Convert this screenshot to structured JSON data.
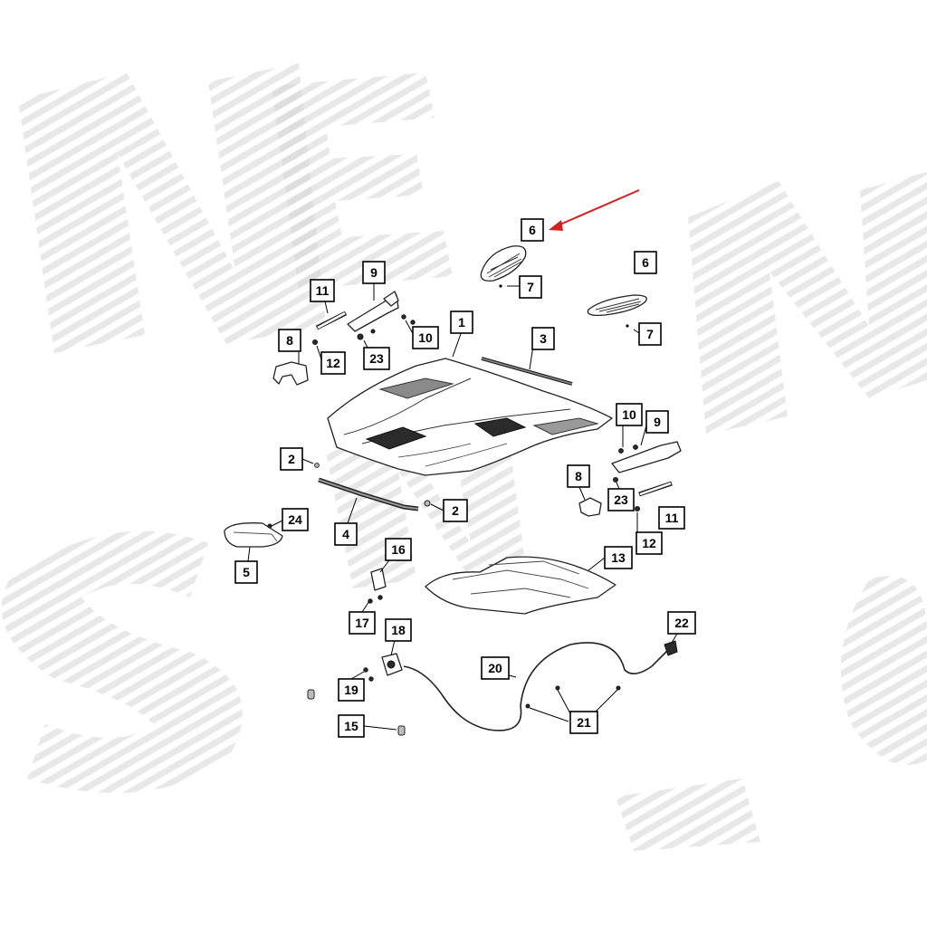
{
  "diagram": {
    "callouts": [
      {
        "id": "c6a",
        "label": "6"
      },
      {
        "id": "c7a",
        "label": "7"
      },
      {
        "id": "c6b",
        "label": "6"
      },
      {
        "id": "c7b",
        "label": "7"
      },
      {
        "id": "c9a",
        "label": "9"
      },
      {
        "id": "c11a",
        "label": "11"
      },
      {
        "id": "c10a",
        "label": "10"
      },
      {
        "id": "c8a",
        "label": "8"
      },
      {
        "id": "c12a",
        "label": "12"
      },
      {
        "id": "c23a",
        "label": "23"
      },
      {
        "id": "c1",
        "label": "1"
      },
      {
        "id": "c3",
        "label": "3"
      },
      {
        "id": "c10b",
        "label": "10"
      },
      {
        "id": "c9b",
        "label": "9"
      },
      {
        "id": "c2a",
        "label": "2"
      },
      {
        "id": "c8b",
        "label": "8"
      },
      {
        "id": "c23b",
        "label": "23"
      },
      {
        "id": "c2b",
        "label": "2"
      },
      {
        "id": "c11b",
        "label": "11"
      },
      {
        "id": "c24",
        "label": "24"
      },
      {
        "id": "c4",
        "label": "4"
      },
      {
        "id": "c12b",
        "label": "12"
      },
      {
        "id": "c5",
        "label": "5"
      },
      {
        "id": "c16",
        "label": "16"
      },
      {
        "id": "c13",
        "label": "13"
      },
      {
        "id": "c17",
        "label": "17"
      },
      {
        "id": "c18",
        "label": "18"
      },
      {
        "id": "c22",
        "label": "22"
      },
      {
        "id": "c20",
        "label": "20"
      },
      {
        "id": "c19",
        "label": "19"
      },
      {
        "id": "c15",
        "label": "15"
      },
      {
        "id": "c21",
        "label": "21"
      }
    ],
    "highlight_color": "#d62020",
    "line_color": "#000000",
    "watermark_color": "#d9d9d9"
  }
}
